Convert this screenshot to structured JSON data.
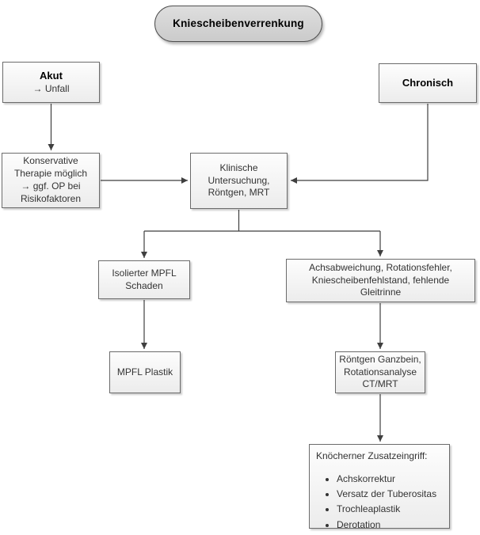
{
  "title": {
    "label": "Kniescheibenverrenkung"
  },
  "nodes": {
    "akut": {
      "heading": "Akut",
      "detail": "→ Unfall"
    },
    "chronisch": {
      "heading": "Chronisch"
    },
    "konservativ": {
      "label": "Konservative\nTherapie möglich\n→ ggf. OP bei\nRisikofaktoren"
    },
    "klinisch": {
      "label": "Klinische\nUntersuchung,\nRöntgen, MRT"
    },
    "mpfl_schaden": {
      "label": "Isolierter MPFL\nSchaden"
    },
    "achsabweichung": {
      "label": "Achsabweichung, Rotationsfehler,\nKniescheibenfehlstand, fehlende\nGleitrinne"
    },
    "mpfl_plastik": {
      "label": "MPFL Plastik"
    },
    "roentgen_ganzbein": {
      "label": "Röntgen Ganzbein,\nRotationsanalyse\nCT/MRT"
    },
    "zusatzeingriff": {
      "heading": "Knöcherner Zusatzeingriff:",
      "items": [
        "Achskorrektur",
        "Versatz der Tuberositas",
        "Trochleaplastik",
        "Derotation"
      ]
    }
  },
  "colors": {
    "canvas_bg": "#ffffff",
    "node_border": "#6b6b6b",
    "node_fill": "#f2f2f2",
    "terminator_fill": "#d4d4d4",
    "connector": "#3f3f3f",
    "heading_text": "#000000",
    "body_text": "#333333"
  }
}
